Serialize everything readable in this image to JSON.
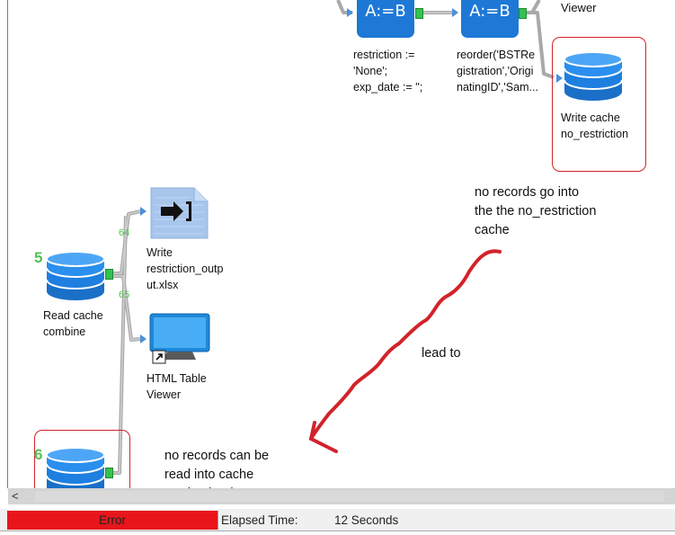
{
  "canvas": {
    "tools": {
      "formula1": {
        "icon_text": "A:=B",
        "label": "restriction :=\n'None';\nexp_date := '';"
      },
      "formula2": {
        "icon_text": "A:=B",
        "label": "reorder('BSTRe\ngistration','Origi\nnatingID','Sam..."
      },
      "top_viewer": {
        "label": "Viewer"
      },
      "write_cache_no_restriction": {
        "label": "Write cache\nno_restriction"
      },
      "write_xlsx": {
        "label": "Write\nrestriction_outp\nut.xlsx"
      },
      "read_cache_combine": {
        "label": "Read cache\ncombine",
        "tool_number": "5"
      },
      "html_table_viewer": {
        "label": "HTML Table\nViewer"
      },
      "read_cache_bottom": {
        "tool_number": "6"
      }
    },
    "connection_numbers": {
      "upper": "64",
      "lower": "65"
    },
    "annotations": {
      "no_records_go": "no records go into\nthe the no_restriction\ncache",
      "lead_to": "lead to",
      "no_records_read": "no records can be\nread into cache\nreader. lead to error"
    },
    "colors": {
      "annotation_red": "#d2232a",
      "tool_blue": "#1e78d6",
      "anchor_green": "#35c24d"
    }
  },
  "scrollbar": {
    "left_arrow": "<"
  },
  "status_bar": {
    "status": "Error",
    "elapsed_label": "Elapsed Time:",
    "elapsed_value": "12 Seconds",
    "status_color": "#e8161b"
  }
}
